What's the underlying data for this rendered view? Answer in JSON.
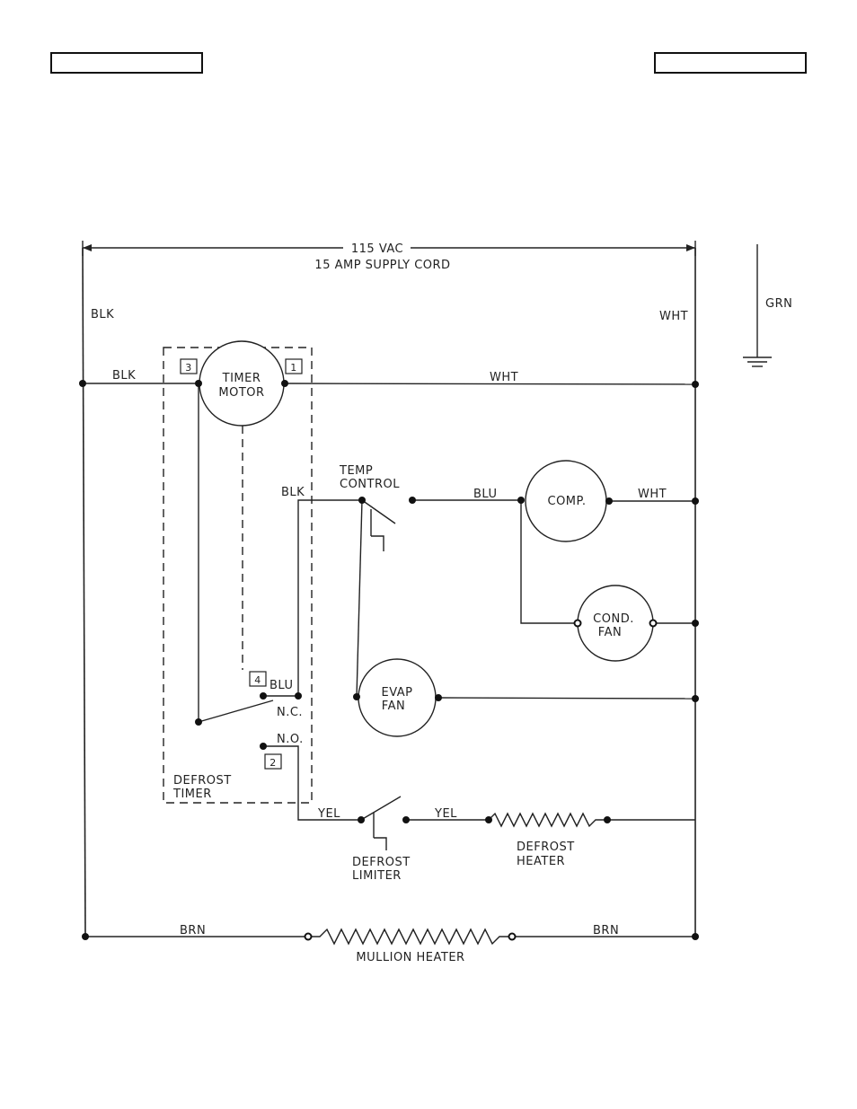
{
  "header": {
    "left_box": "",
    "right_box": ""
  },
  "supply": {
    "voltage": "115 VAC",
    "cord": "15 AMP SUPPLY CORD"
  },
  "wires": {
    "blk_left": "BLK",
    "blk_timer": "BLK",
    "wht_top": "WHT",
    "wht_right": "WHT",
    "grn": "GRN",
    "blk_temp": "BLK",
    "blu_comp": "BLU",
    "wht_comp": "WHT",
    "blu_nc": "BLU",
    "yel_left": "YEL",
    "yel_right": "YEL",
    "brn_left": "BRN",
    "brn_right": "BRN"
  },
  "terminals": {
    "t1": "1",
    "t2": "2",
    "t3": "3",
    "t4": "4"
  },
  "components": {
    "timer_motor": [
      "TIMER",
      "MOTOR"
    ],
    "comp": "COMP.",
    "cond_fan": [
      "COND.",
      "FAN"
    ],
    "evap_fan": [
      "EVAP",
      "FAN"
    ],
    "temp_control": [
      "TEMP",
      "CONTROL"
    ],
    "defrost_timer": [
      "DEFROST",
      "TIMER"
    ],
    "defrost_limiter": [
      "DEFROST",
      "LIMITER"
    ],
    "defrost_heater": [
      "DEFROST",
      "HEATER"
    ],
    "mullion_heater": "MULLION HEATER"
  },
  "contacts": {
    "nc": "N.C.",
    "no": "N.O."
  }
}
